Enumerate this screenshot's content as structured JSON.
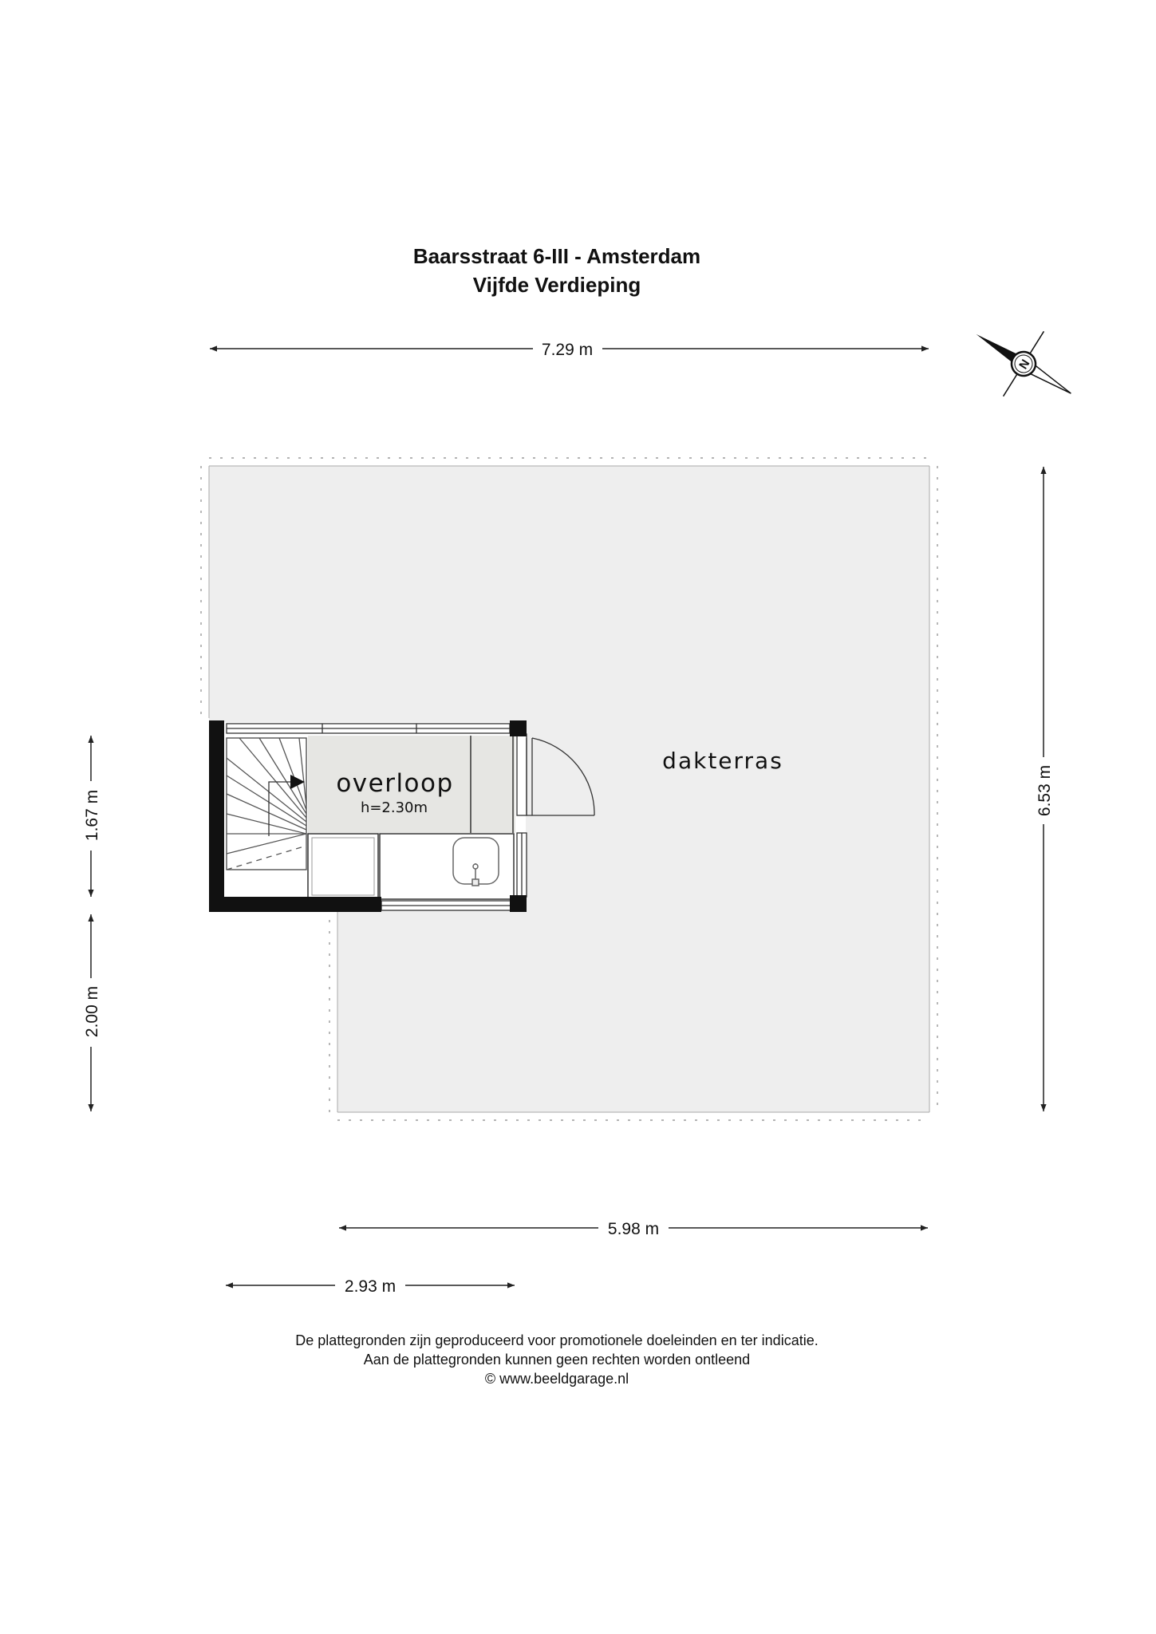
{
  "header": {
    "address": "Baarsstraat 6-III - Amsterdam",
    "floor": "Vijfde Verdieping"
  },
  "dimensions": {
    "top_width": "7.29 m",
    "right_height": "6.53 m",
    "left_upper": "1.67 m",
    "left_lower": "2.00 m",
    "bottom_wide": "5.98 m",
    "bottom_narrow": "2.93 m"
  },
  "rooms": {
    "overloop_name": "overloop",
    "overloop_height": "h=2.30m",
    "dakterras_name": "dakterras"
  },
  "compass": {
    "label": "N",
    "icon": "compass-icon"
  },
  "footer": {
    "line1": "De plattegronden zijn geproduceerd voor promotionele doeleinden en ter indicatie.",
    "line2": "Aan de plattegronden kunnen geen rechten worden ontleend",
    "line3": "© www.beeldgarage.nl"
  },
  "colors": {
    "terrace_fill": "#eeeeee",
    "landing_fill": "#e6e6e3",
    "wall": "#111111",
    "line": "#333333"
  }
}
